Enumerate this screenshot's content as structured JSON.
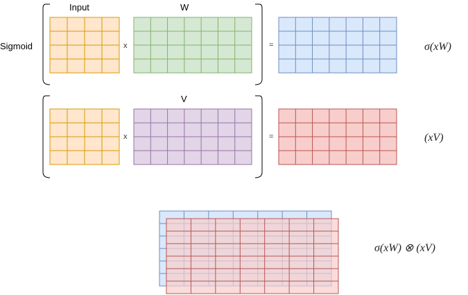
{
  "labels": {
    "sigmoid": "Sigmoid",
    "input": "Input",
    "w": "W",
    "v": "V",
    "times_1": "x",
    "times_2": "x",
    "equals_1": "=",
    "equals_2": "="
  },
  "formulas": {
    "sigma_xw": "σ(xW)",
    "xv": "(xV)",
    "product": "σ(xW) ⊗ (xV)"
  },
  "colors": {
    "input_fill": "#ffe6cc",
    "input_stroke": "#d79b00",
    "weight_w_fill": "#d5e8d4",
    "weight_w_stroke": "#82b366",
    "weight_v_fill": "#e1d5e7",
    "weight_v_stroke": "#9673a6",
    "result_blue_fill": "#dae8fc",
    "result_blue_stroke": "#6c8ebf",
    "result_red_fill": "#f8cecc",
    "result_red_stroke": "#b85450",
    "overlay_red_fill": "rgba(248,206,204,0.7)"
  }
}
